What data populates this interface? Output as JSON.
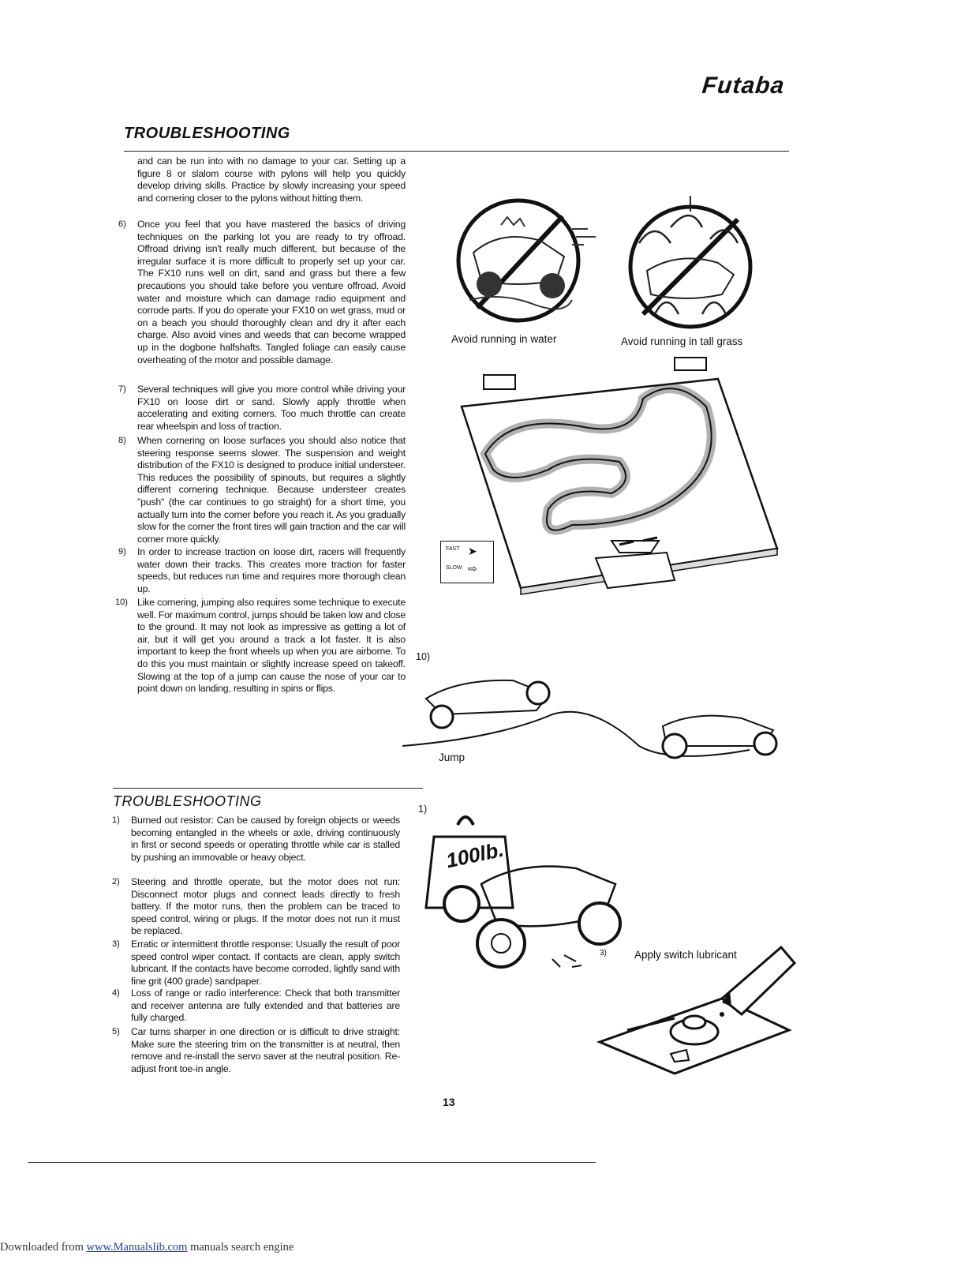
{
  "brand": "Futaba",
  "section1": {
    "title": "TROUBLESHOOTING",
    "intro": "and can be run into with no damage to your car. Setting up a figure 8 or slalom course with pylons will help you quickly develop driving skills. Practice by slowly increasing your speed and cornering closer to the pylons without hitting them.",
    "items": [
      {
        "num": "6)",
        "text": "Once you feel that you have mastered the basics of driving techniques on the parking lot you are ready to try offroad. Offroad driving isn't really much different, but because of the irregular surface it is more difficult to properly set up your car. The FX10 runs well on dirt, sand and grass but there a few precautions you should take before you venture offroad. Avoid water and moisture which can damage radio equipment and corrode parts. If you do operate your FX10 on wet grass, mud or on a beach you should thoroughly clean and dry it after each charge. Also avoid vines and weeds that can become wrapped up in the dogbone halfshafts. Tangled foliage can easily cause overheating of the motor and possible damage."
      },
      {
        "num": "7)",
        "text": "Several techniques will give you more control while driving your FX10 on loose dirt or sand. Slowly apply throttle when accelerating and exiting corners. Too much throttle can create rear wheelspin and loss of traction."
      },
      {
        "num": "8)",
        "text": "When cornering on loose surfaces you should also notice that steering response seems slower. The suspension and weight distribution of the FX10 is designed to produce initial understeer. This reduces the possibility of spinouts, but requires a slightly different cornering technique. Because understeer creates \"push\" (the car continues to go straight) for a short time, you actually turn into the corner before you reach it. As you gradually slow for the corner the front tires will gain traction and the car will corner more quickly."
      },
      {
        "num": "9)",
        "text": "In order to increase traction on loose dirt, racers will frequently water down their tracks. This creates more traction for faster speeds, but reduces run time and requires more thorough clean up."
      },
      {
        "num": "10)",
        "text": "Like cornering, jumping also requires some technique to execute well. For maximum control, jumps should be taken low and close to the ground. It may not look as impressive as getting a lot of air, but it will get you around a track a lot faster. It is also important to keep the front wheels up when you are airborne. To do this you must maintain or slightly increase speed on takeoff. Slowing at the top of a jump can cause the nose of your car to point down on landing, resulting in spins or flips."
      }
    ]
  },
  "figures": {
    "water_caption": "Avoid running in water",
    "grass_caption": "Avoid running in tall grass",
    "legend_fast": "FAST",
    "legend_slow": "SLOW",
    "jump_label": "10)",
    "jump_caption": "Jump",
    "weight_label": "1)",
    "weight_text": "100lb.",
    "lube_label": "3)",
    "lube_caption": "Apply switch lubricant"
  },
  "section2": {
    "title": "TROUBLESHOOTING",
    "items": [
      {
        "num": "1)",
        "text": "Burned out resistor: Can be caused by foreign objects or weeds becoming entangled in the wheels or axle, driving continuously in first or second speeds or operating throttle while car is stalled by pushing an immovable or heavy object."
      },
      {
        "num": "2)",
        "text": "Steering and throttle operate, but the motor does not run: Disconnect motor plugs and connect leads directly to fresh battery. If the motor runs, then the problem can be traced to speed control, wiring or plugs. If the motor does not run it must be replaced."
      },
      {
        "num": "3)",
        "text": "Erratic or intermittent throttle response: Usually the result of poor speed control wiper contact. If contacts are clean, apply switch lubricant. If the contacts have become corroded, lightly sand with fine grit (400 grade) sandpaper."
      },
      {
        "num": "4)",
        "text": "Loss of range or radio interference: Check that both transmitter and receiver antenna are fully extended and that batteries are fully charged."
      },
      {
        "num": "5)",
        "text": "Car turns sharper in one direction or is difficult to drive straight: Make sure the steering trim on the transmitter is at neutral, then remove and re-install the servo saver at the neutral position. Re-adjust front toe-in angle."
      }
    ]
  },
  "page_number": "13",
  "footer": {
    "prefix": "Downloaded from ",
    "link": "www.Manualslib.com",
    "suffix": " manuals search engine"
  }
}
